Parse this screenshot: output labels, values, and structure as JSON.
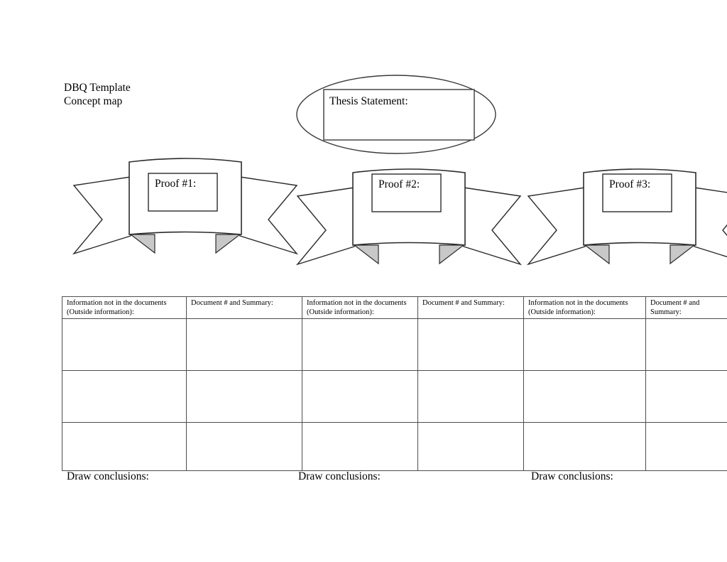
{
  "document": {
    "title_lines": [
      "DBQ Template",
      "Concept map"
    ]
  },
  "thesis": {
    "label": "Thesis Statement:"
  },
  "banners": [
    {
      "id": "banner-1",
      "proof_label": "Proof #1:"
    },
    {
      "id": "banner-2",
      "proof_label": "Proof #2:"
    },
    {
      "id": "banner-3",
      "proof_label": "Proof #3:"
    }
  ],
  "tables": [
    {
      "id": "table-1",
      "headers": {
        "outside_info": [
          "Information not in the documents",
          "(Outside information):"
        ],
        "document_summary": [
          "Document # and Summary:"
        ]
      },
      "body_rows": 3,
      "columns": 2
    },
    {
      "id": "table-2",
      "headers": {
        "outside_info": [
          "Information not in the documents",
          "(Outside information):"
        ],
        "document_summary": [
          "Document # and Summary:"
        ]
      },
      "body_rows": 3,
      "columns": 2
    },
    {
      "id": "table-3",
      "headers": {
        "outside_info": [
          "Information not in the documents",
          "(Outside information):"
        ],
        "document_summary": [
          "Document # and",
          "Summary:"
        ]
      },
      "body_rows": 3,
      "columns": 2
    }
  ],
  "conclusions": [
    {
      "id": "draw-1",
      "label": "Draw conclusions:"
    },
    {
      "id": "draw-2",
      "label": "Draw conclusions:"
    },
    {
      "id": "draw-3",
      "label": "Draw conclusions:"
    }
  ],
  "colors": {
    "ink": "#000000",
    "line": "#4d4d4d",
    "fold_shadow": "#c8c8c8",
    "paper": "#ffffff"
  }
}
